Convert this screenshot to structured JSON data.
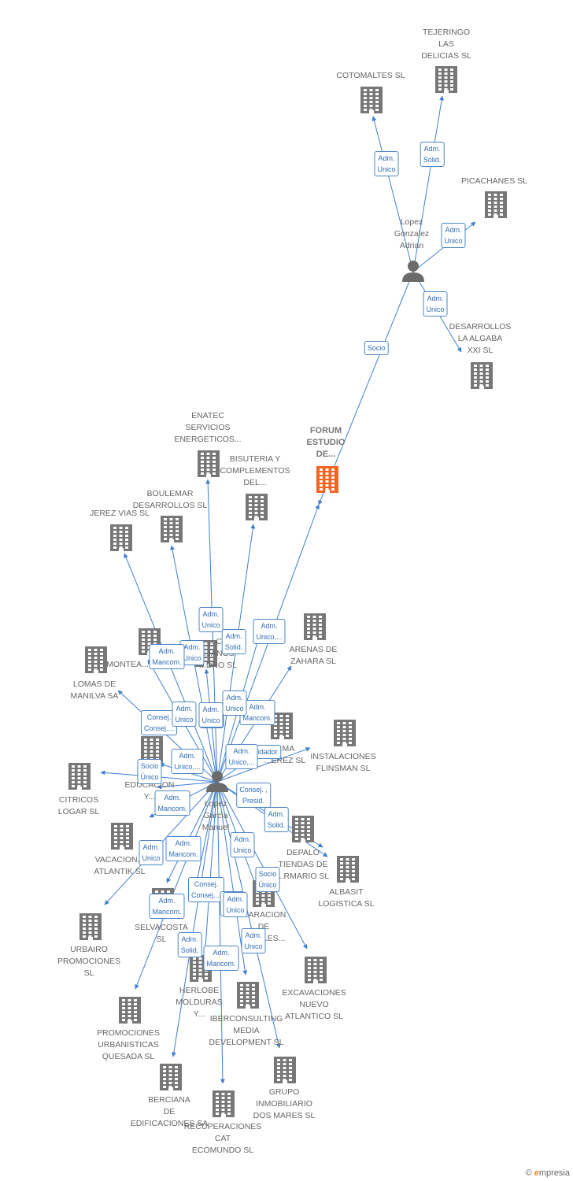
{
  "colors": {
    "edge": "#3f7fd0",
    "company": "#777777",
    "focus": "#f26522",
    "person": "#6b6b6b"
  },
  "people": [
    {
      "id": "p1",
      "name": "Lopez\nGonzalez\nAdrian"
    },
    {
      "id": "p2",
      "name": "Lopez\nGarcia\nManuel"
    }
  ],
  "companies": [
    {
      "id": "cotomaltes",
      "name": "COTOMALTES SL"
    },
    {
      "id": "tejeringo",
      "name": "TEJERINGO\nLAS\nDELICIAS  SL"
    },
    {
      "id": "picachanes",
      "name": "PICACHANES SL"
    },
    {
      "id": "desarrollos",
      "name": "DESARROLLOS\nLA ALGABA\nXXI  SL"
    },
    {
      "id": "forum",
      "name": "FORUM\nESTUDIO\nDE...",
      "focus": true
    },
    {
      "id": "enatec",
      "name": "ENATEC\nSERVICIOS\nENERGETICOS..."
    },
    {
      "id": "bisuteria",
      "name": "BISUTERIA Y\nCOMPLEMENTOS\nDEL..."
    },
    {
      "id": "boulemar",
      "name": "BOULEMAR\nDESARROLLOS SL"
    },
    {
      "id": "jerez",
      "name": "JEREZ VIAS SL"
    },
    {
      "id": "montea",
      "name": "MONTEA..."
    },
    {
      "id": "ctpedro",
      "name": "...CT\n...IANOS\n...DRO SL"
    },
    {
      "id": "arenas",
      "name": "ARENAS DE\nZAHARA  SL"
    },
    {
      "id": "lomas",
      "name": "LOMAS DE\nMANILVA SA"
    },
    {
      "id": "instalaciones",
      "name": "INSTALACIONES\nFLINSMAN SL"
    },
    {
      "id": "rez",
      "name": "...MA\n...EREZ  SL"
    },
    {
      "id": "citricos",
      "name": "CITRICOS\nLOGAR  SL"
    },
    {
      "id": "educacion",
      "name": "EDUCACION\nY..."
    },
    {
      "id": "depalo",
      "name": "DEPALO\nTIENDAS DE\n...RMARIO SL"
    },
    {
      "id": "albasit",
      "name": "ALBASIT\nLOGISTICA  SL"
    },
    {
      "id": "vacacion",
      "name": "VACACION...\nATLANTIK SL"
    },
    {
      "id": "selvacosta",
      "name": "SELVACOSTA\nSL"
    },
    {
      "id": "reparacion",
      "name": "...ARACION\nDE\nAU...ILES..."
    },
    {
      "id": "urbairo",
      "name": "URBAIRO\nPROMOCIONES\nSL"
    },
    {
      "id": "excavaciones",
      "name": "EXCAVACIONES\nNUEVO\nATLANTICO  SL"
    },
    {
      "id": "herlobe",
      "name": "HERLOBE\nMOLDURAS\nY..."
    },
    {
      "id": "iberconsulting",
      "name": "IBERCONSULTING\nMEDIA\nDEVELOPMENT SL"
    },
    {
      "id": "promociones",
      "name": "PROMOCIONES\nURBANISTICAS\nQUESADA SL"
    },
    {
      "id": "grupo",
      "name": "GRUPO\nINMOBILIARIO\nDOS MARES SL"
    },
    {
      "id": "berciana",
      "name": "BERCIANA\nDE\nEDIFICACIONES SA"
    },
    {
      "id": "recuperaciones",
      "name": "RECUPERACIONES\nCAT\nECOMUNDO SL"
    },
    {
      "id": "hidden1",
      "name": ""
    },
    {
      "id": "hidden2",
      "name": ""
    },
    {
      "id": "hidden3",
      "name": ""
    }
  ],
  "relations": [
    {
      "from": "p1",
      "to": "cotomaltes",
      "label": "Adm.\nUnico"
    },
    {
      "from": "p1",
      "to": "tejeringo",
      "label": "Adm.\nSolid."
    },
    {
      "from": "p1",
      "to": "picachanes",
      "label": "Adm.\nUnico"
    },
    {
      "from": "p1",
      "to": "desarrollos",
      "label": "Adm.\nUnico"
    },
    {
      "from": "p1",
      "to": "forum",
      "label": "Socio"
    },
    {
      "from": "p2",
      "to": "enatec",
      "label": "Adm.\nUnico"
    },
    {
      "from": "p2",
      "to": "bisuteria",
      "label": "Adm.\nSolid."
    },
    {
      "from": "p2",
      "to": "forum",
      "label": "Adm.\nUnico,..."
    },
    {
      "from": "p2",
      "to": "boulemar",
      "label": "Adm.\nUnico"
    },
    {
      "from": "p2",
      "to": "jerez",
      "label": "Adm.\nMancom."
    },
    {
      "from": "p2",
      "to": "arenas",
      "label": "Adm.\nMancom."
    },
    {
      "from": "p2",
      "to": "ctpedro",
      "label": "Adm.\nUnico"
    },
    {
      "from": "p2",
      "to": "lomas",
      "label": "Consej.\nConsej...."
    },
    {
      "from": "p2",
      "to": "montea",
      "label": "Adm.\nUnico"
    },
    {
      "from": "p2",
      "to": "instalaciones",
      "label": "...uidador"
    },
    {
      "from": "p2",
      "to": "rez",
      "label": "Adm.\nUnico,..."
    },
    {
      "from": "p2",
      "to": "citricos",
      "label": "Socio\nÚnico"
    },
    {
      "from": "p2",
      "to": "educacion",
      "label": "Adm.\nUnico,..."
    },
    {
      "from": "p2",
      "to": "depalo",
      "label": "Consej. ,\nPresid."
    },
    {
      "from": "p2",
      "to": "albasit",
      "label": "Adm.\nSolid."
    },
    {
      "from": "p2",
      "to": "vacacion",
      "label": "Adm.\nMancom."
    },
    {
      "from": "p2",
      "to": "selvacosta",
      "label": "Adm.\nMancom."
    },
    {
      "from": "p2",
      "to": "reparacion",
      "label": "Adm.\nUnico"
    },
    {
      "from": "p2",
      "to": "urbairo",
      "label": "Adm.\nUnico"
    },
    {
      "from": "p2",
      "to": "excavaciones",
      "label": "Socio\nÚnico"
    },
    {
      "from": "p2",
      "to": "herlobe",
      "label": "Consej.\nConsej...."
    },
    {
      "from": "p2",
      "to": "iberconsulting",
      "label": "Adm.\nUnico"
    },
    {
      "from": "p2",
      "to": "promociones",
      "label": "Adm.\nMancom."
    },
    {
      "from": "p2",
      "to": "grupo",
      "label": "Adm.\nUnico"
    },
    {
      "from": "p2",
      "to": "berciana",
      "label": "Adm.\nSolid."
    },
    {
      "from": "p2",
      "to": "recuperaciones",
      "label": "Adm.\nMancom."
    },
    {
      "from": "p2",
      "to": "hidden1",
      "label": "Adm.\nUnico"
    },
    {
      "from": "p2",
      "to": "hidden2",
      "label": "Adm.\nUnico"
    },
    {
      "from": "p2",
      "to": "hidden3",
      "label": "Adm.\nUnico"
    }
  ],
  "brand": {
    "symbol": "©",
    "name": "mpresia",
    "initial": "e"
  }
}
